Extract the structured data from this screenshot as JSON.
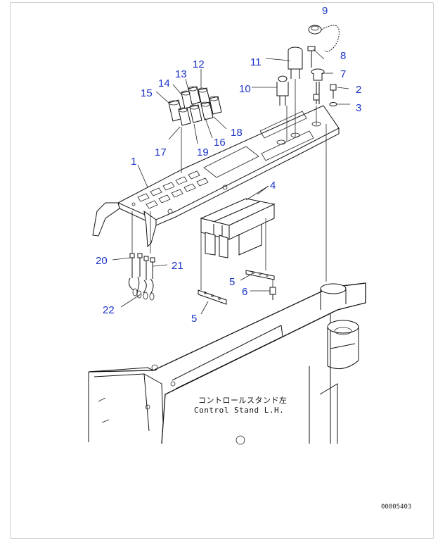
{
  "callouts": [
    "9",
    "8",
    "11",
    "7",
    "10",
    "2",
    "3",
    "12",
    "13",
    "14",
    "15",
    "16",
    "17",
    "18",
    "19",
    "1",
    "4",
    "5",
    "6",
    "20",
    "21",
    "22",
    "5"
  ],
  "caption": {
    "japanese": "コントロールスタンド左",
    "english": "Control Stand L.H."
  },
  "drawing_number": "00005403",
  "colors": {
    "callout": "#1c33c8",
    "line": "#111111",
    "frame": "#cfcfcf"
  }
}
